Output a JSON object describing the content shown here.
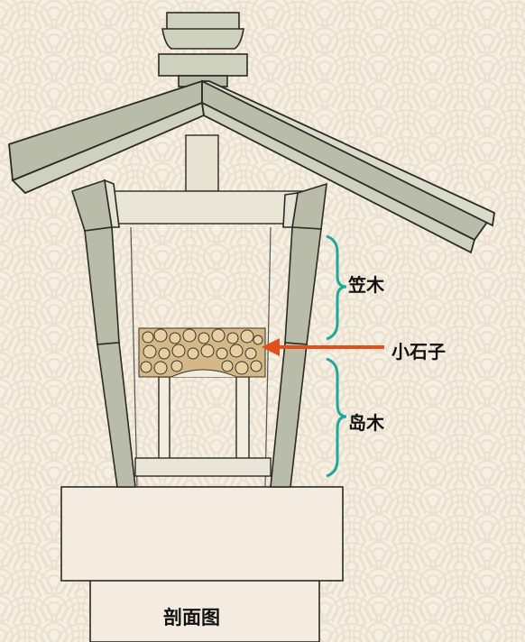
{
  "labels": {
    "kasagi": "笠木",
    "koishi": "小石子",
    "shimagi": "岛木",
    "section": "剖面图"
  },
  "colors": {
    "background": "#f6efe3",
    "wave_pattern": "#ede3d2",
    "wood_gray": "#b9bca8",
    "wood_light": "#cfd1bf",
    "outline": "#2a2a26",
    "brace_teal": "#1fa89a",
    "arrow_orange": "#e0501a",
    "gravel": "#d4b887"
  }
}
